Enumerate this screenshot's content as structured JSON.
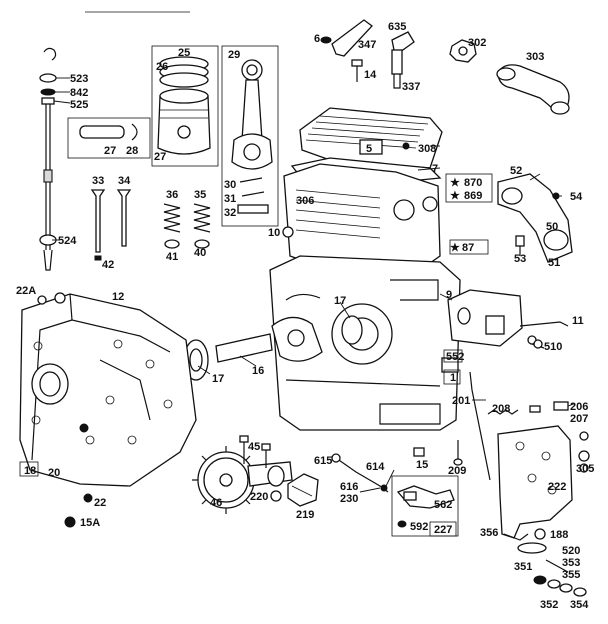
{
  "labels": {
    "l6": "6",
    "l347": "347",
    "l635": "635",
    "l302": "302",
    "l303": "303",
    "l14": "14",
    "l337": "337",
    "l523": "523",
    "l842": "842",
    "l525": "525",
    "l25": "25",
    "l26": "26",
    "l29": "29",
    "l27a": "27",
    "l28": "28",
    "l27b": "27",
    "l308": "308",
    "l5": "5",
    "l7": "7",
    "l870": "870",
    "l869": "869",
    "l306": "306",
    "l10": "10",
    "l52": "52",
    "l54": "54",
    "l50": "50",
    "l53": "53",
    "l51": "51",
    "l87": "87",
    "l33": "33",
    "l34": "34",
    "l36": "36",
    "l35": "35",
    "l30": "30",
    "l31": "31",
    "l32": "32",
    "l41": "41",
    "l40": "40",
    "l42": "42",
    "l524": "524",
    "l22A": "22A",
    "l12": "12",
    "l17a": "17",
    "l9": "9",
    "l11": "11",
    "l510": "510",
    "l552": "552",
    "l1": "1",
    "l17b": "17",
    "l16": "16",
    "l201": "201",
    "l208": "208",
    "l206": "206",
    "l207": "207",
    "l305": "305",
    "l222": "222",
    "l15": "15",
    "l209": "209",
    "l615": "615",
    "l614": "614",
    "l616": "616",
    "l230": "230",
    "l562": "562",
    "l592": "592",
    "l227": "227",
    "l45": "45",
    "l220": "220",
    "l219": "219",
    "l46": "46",
    "l18": "18",
    "l20": "20",
    "l22": "22",
    "l15A": "15A",
    "l356": "356",
    "l188": "188",
    "l520": "520",
    "l353": "353",
    "l355": "355",
    "l351": "351",
    "l352": "352",
    "l354": "354"
  }
}
